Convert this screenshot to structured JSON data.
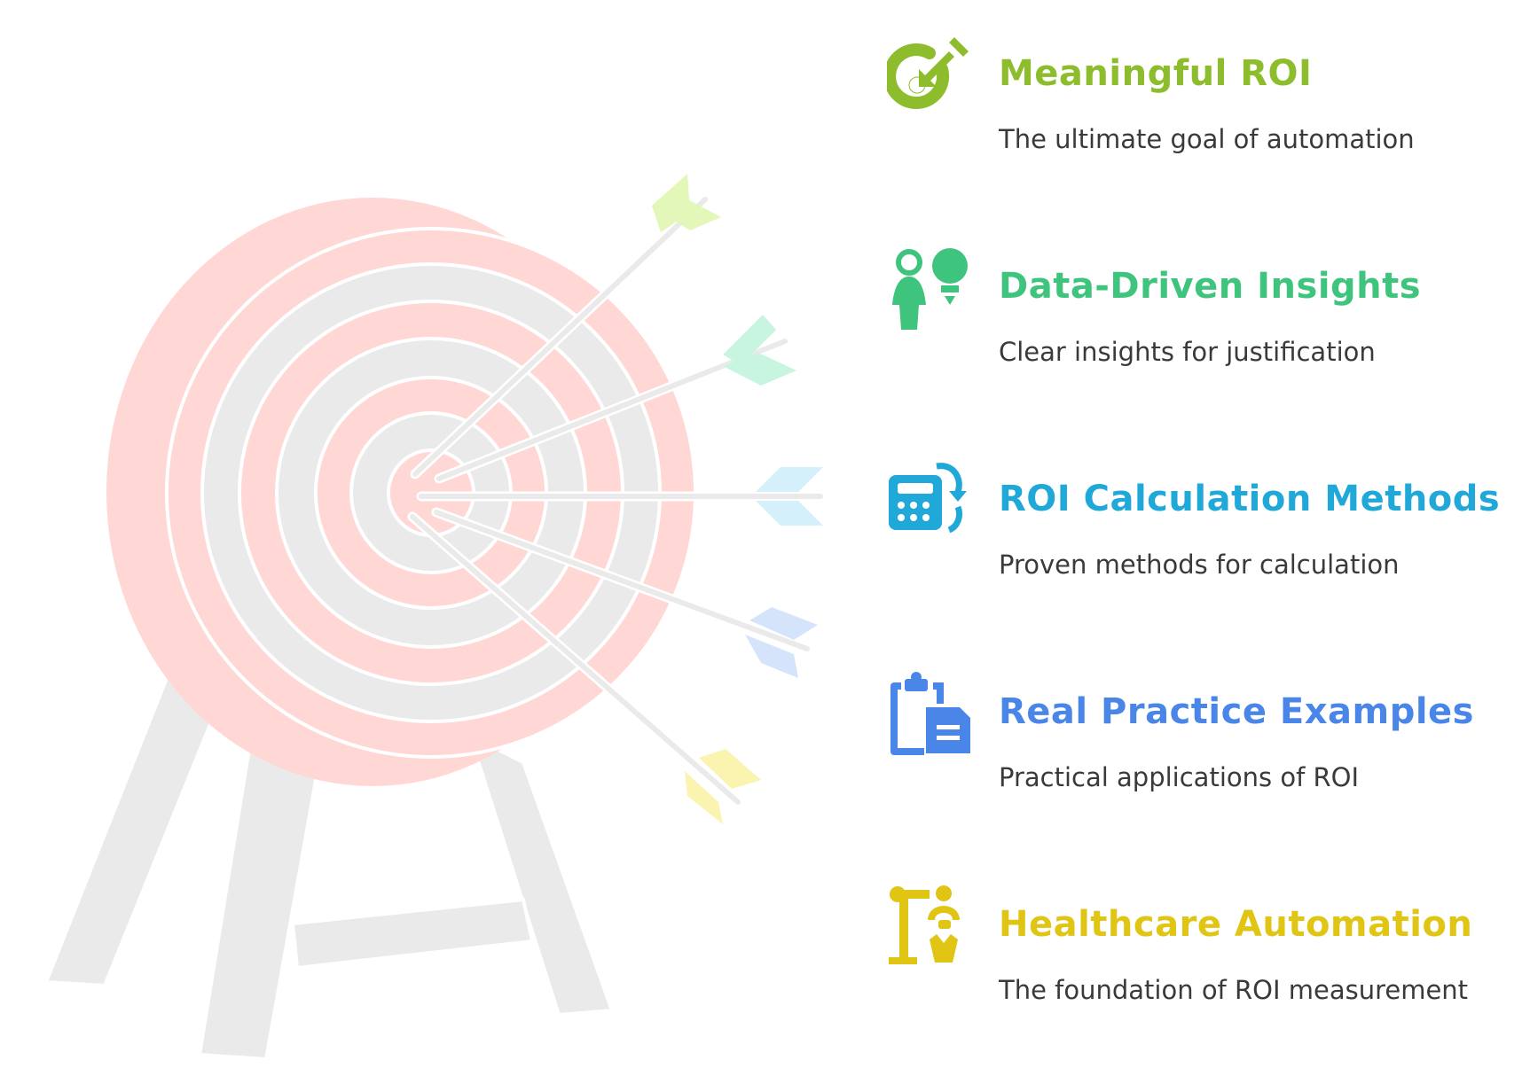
{
  "items": [
    {
      "title": "Meaningful ROI",
      "description": "The ultimate goal of automation",
      "color": "#8dbd2c",
      "icon": "target-arrow-icon"
    },
    {
      "title": "Data-Driven Insights",
      "description": "Clear insights for justification",
      "color": "#3ec47d",
      "icon": "person-lightbulb-icon"
    },
    {
      "title": "ROI Calculation Methods",
      "description": "Proven methods for calculation",
      "color": "#1fa8d8",
      "icon": "calculator-icon"
    },
    {
      "title": "Real Practice Examples",
      "description": "Practical applications of ROI",
      "color": "#4a86e8",
      "icon": "clipboard-document-icon"
    },
    {
      "title": "Healthcare Automation",
      "description": "The foundation of ROI measurement",
      "color": "#e0c515",
      "icon": "robot-arm-icon"
    }
  ],
  "colors": {
    "target_red": "#ffd7d5",
    "target_gray": "#eaeaea",
    "stand_gray": "#eaeaea",
    "fletch_colors": [
      "#e3f7b8",
      "#c8f5e0",
      "#d4f0fa",
      "#d6e4fb",
      "#fbf3b0"
    ]
  }
}
